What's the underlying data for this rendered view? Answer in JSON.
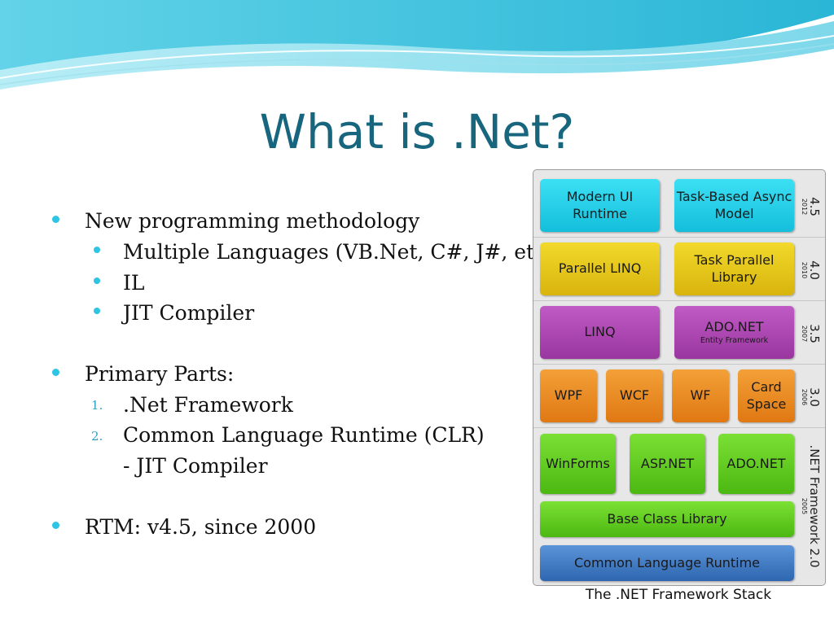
{
  "slide": {
    "title": "What is .Net?",
    "bullets": [
      {
        "text": "New programming methodology"
      },
      {
        "text": "Multiple Languages (VB.Net, C#, J#, etc.)"
      },
      {
        "text": "IL"
      },
      {
        "text": "JIT Compiler"
      },
      {
        "text": "Primary Parts:"
      },
      {
        "marker": "1.",
        "text": ".Net Framework"
      },
      {
        "marker": "2.",
        "text": "Common Language Runtime (CLR)"
      },
      {
        "text": "- JIT Compiler"
      },
      {
        "text": "RTM: v4.5, since 2000"
      }
    ]
  },
  "diagram": {
    "caption": "The .NET Framework Stack",
    "layers": [
      {
        "version": "4.5",
        "year": "2012",
        "boxes": [
          {
            "label": "Modern UI Runtime"
          },
          {
            "label": "Task-Based Async Model"
          }
        ]
      },
      {
        "version": "4.0",
        "year": "2010",
        "boxes": [
          {
            "label": "Parallel LINQ"
          },
          {
            "label": "Task Parallel Library"
          }
        ]
      },
      {
        "version": "3.5",
        "year": "2007",
        "boxes": [
          {
            "label": "LINQ"
          },
          {
            "label": "ADO.NET",
            "sub": "Entity Framework"
          }
        ]
      },
      {
        "version": "3.0",
        "year": "2006",
        "boxes": [
          {
            "label": "WPF"
          },
          {
            "label": "WCF"
          },
          {
            "label": "WF"
          },
          {
            "label": "Card Space"
          }
        ]
      },
      {
        "version": ".NET Framework 2.0",
        "year": "2005",
        "boxes": [
          {
            "label": "WinForms"
          },
          {
            "label": "ASP.NET"
          },
          {
            "label": "ADO.NET"
          },
          {
            "label": "Base Class Library"
          },
          {
            "label": "Common Language Runtime"
          }
        ]
      }
    ],
    "colors": {
      "cyan": "#1fc8e2",
      "yellow": "#e3c318",
      "purple": "#a840ad",
      "orange": "#e8861e",
      "green": "#5ec81e",
      "blue": "#3a72ba"
    }
  }
}
